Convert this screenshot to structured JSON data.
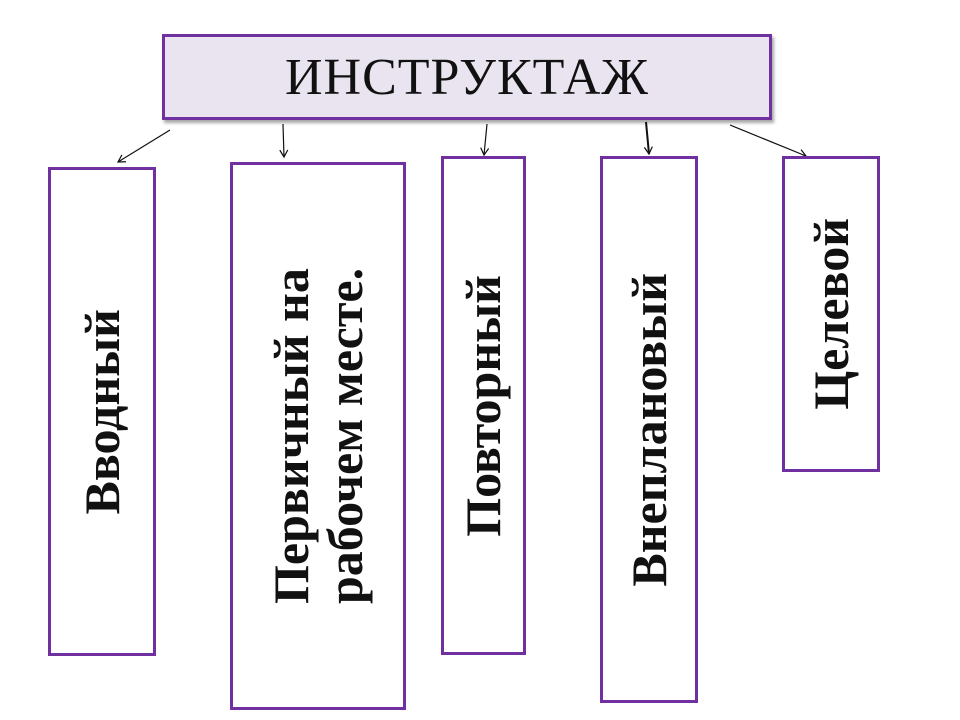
{
  "diagram": {
    "root": {
      "label": "ИНСТРУКТАЖ"
    },
    "children": [
      {
        "id": "vvodny",
        "label": "Вводный"
      },
      {
        "id": "pervichny",
        "label": "Первичный на рабочем месте."
      },
      {
        "id": "povtorny",
        "label": "Повторный"
      },
      {
        "id": "vneplanovy",
        "label": "Внеплановый"
      },
      {
        "id": "tselevoy",
        "label": "Целевой"
      }
    ],
    "colors": {
      "border": "#7030a0",
      "root_fill": "#e9e4ef",
      "text": "#111111",
      "connector": "#111111"
    }
  }
}
